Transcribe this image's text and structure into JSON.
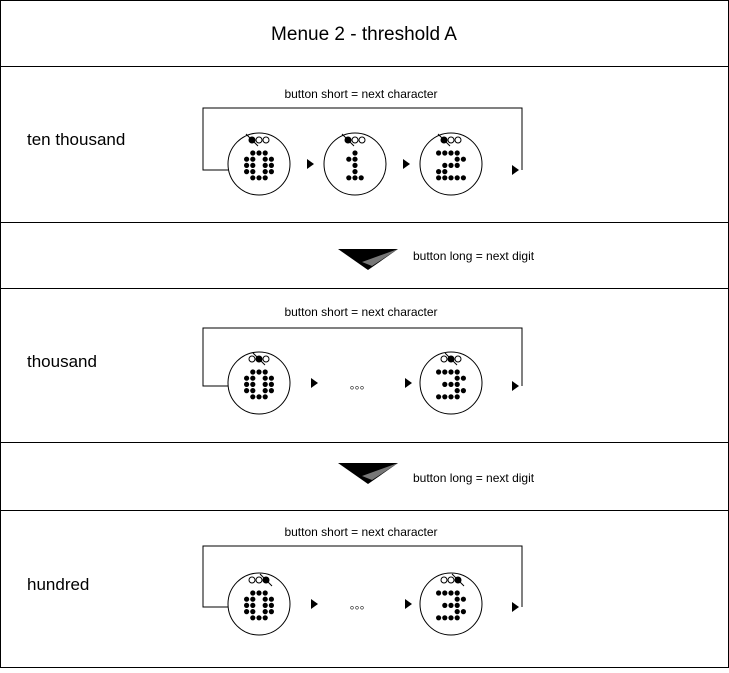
{
  "title": "Menue 2 - threshold A",
  "rows": [
    {
      "label": "ten thousand",
      "caption": "button short = next character",
      "digits": [
        "0",
        "1",
        "2"
      ],
      "ellipsis": false,
      "marker": "middle"
    },
    {
      "label": "thousand",
      "caption": "button short = next character",
      "digits": [
        "0",
        "3"
      ],
      "ellipsis": true,
      "marker": "right"
    },
    {
      "label": "hundred",
      "caption": "button short = next character",
      "digits": [
        "0",
        "3"
      ],
      "ellipsis": true,
      "marker": "far-right"
    }
  ],
  "transitions": [
    {
      "text": "button long = next digit"
    },
    {
      "text": "button long = next digit"
    }
  ],
  "ellipsis_symbol": "◦◦◦"
}
